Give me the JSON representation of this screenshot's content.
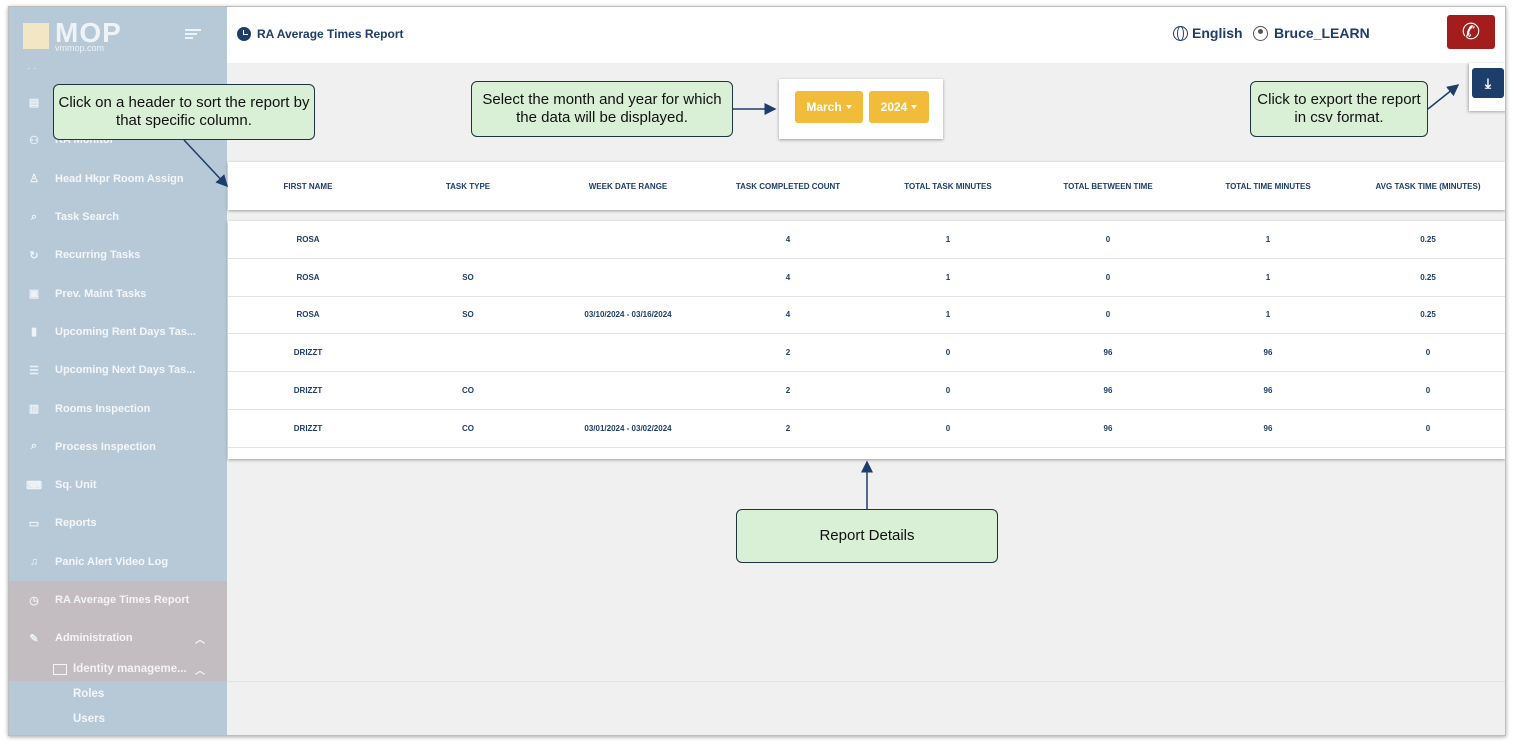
{
  "sidebar": {
    "logo_text": "MOP",
    "logo_sub": "vmmop.com",
    "items": [
      {
        "label": "",
        "icon": "table-icon"
      },
      {
        "label": "RA Monitor",
        "icon": "binoculars-icon"
      },
      {
        "label": "Head Hkpr Room Assign",
        "icon": "person-icon"
      },
      {
        "label": "Task Search",
        "icon": "search-icon"
      },
      {
        "label": "Recurring Tasks",
        "icon": "refresh-icon"
      },
      {
        "label": "Prev. Maint Tasks",
        "icon": "calendar-icon"
      },
      {
        "label": "Upcoming Rent Days Tas...",
        "icon": "clipboard-icon"
      },
      {
        "label": "Upcoming Next Days Tas...",
        "icon": "list-icon"
      },
      {
        "label": "Rooms Inspection",
        "icon": "building-icon"
      },
      {
        "label": "Process Inspection",
        "icon": "zoom-icon"
      },
      {
        "label": "Sq. Unit",
        "icon": "keyboard-icon"
      },
      {
        "label": "Reports",
        "icon": "card-icon"
      },
      {
        "label": "Panic Alert Video Log",
        "icon": "bell-icon"
      },
      {
        "label": "RA Average Times Report",
        "icon": "clock-icon"
      },
      {
        "label": "Administration",
        "icon": "wrench-icon"
      }
    ],
    "submenu": {
      "label": "Identity manageme...",
      "icon": "id-card-icon"
    },
    "leaves": [
      "Roles",
      "Users"
    ]
  },
  "header": {
    "title": "RA Average Times Report",
    "language": "English",
    "username": "Bruce_LEARN"
  },
  "filters": {
    "month": "March",
    "year": "2024"
  },
  "export": {
    "icon": "download-icon"
  },
  "table": {
    "columns": [
      "FIRST NAME",
      "TASK TYPE",
      "WEEK DATE RANGE",
      "TASK COMPLETED COUNT",
      "TOTAL TASK MINUTES",
      "TOTAL BETWEEN TIME",
      "TOTAL TIME MINUTES",
      "AVG TASK TIME (MINUTES)"
    ],
    "rows": [
      [
        "ROSA",
        "",
        "",
        "4",
        "1",
        "0",
        "1",
        "0.25"
      ],
      [
        "ROSA",
        "SO",
        "",
        "4",
        "1",
        "0",
        "1",
        "0.25"
      ],
      [
        "ROSA",
        "SO",
        "03/10/2024 - 03/16/2024",
        "4",
        "1",
        "0",
        "1",
        "0.25"
      ],
      [
        "DRIZZT",
        "",
        "",
        "2",
        "0",
        "96",
        "96",
        "0"
      ],
      [
        "DRIZZT",
        "CO",
        "",
        "2",
        "0",
        "96",
        "96",
        "0"
      ],
      [
        "DRIZZT",
        "CO",
        "03/01/2024 - 03/02/2024",
        "2",
        "0",
        "96",
        "96",
        "0"
      ]
    ]
  },
  "callouts": {
    "sort": "Click on a header to sort the report by that specific column.",
    "month_year": "Select the month and year for which the data will be displayed.",
    "export": "Click to export the report in csv format.",
    "details": "Report Details"
  },
  "colors": {
    "navy": "#1d3d6b",
    "sidebar": "#b7c8d6",
    "picker": "#f0bc3a",
    "phone": "#a31d1d",
    "callout_bg": "#d9efd6"
  }
}
